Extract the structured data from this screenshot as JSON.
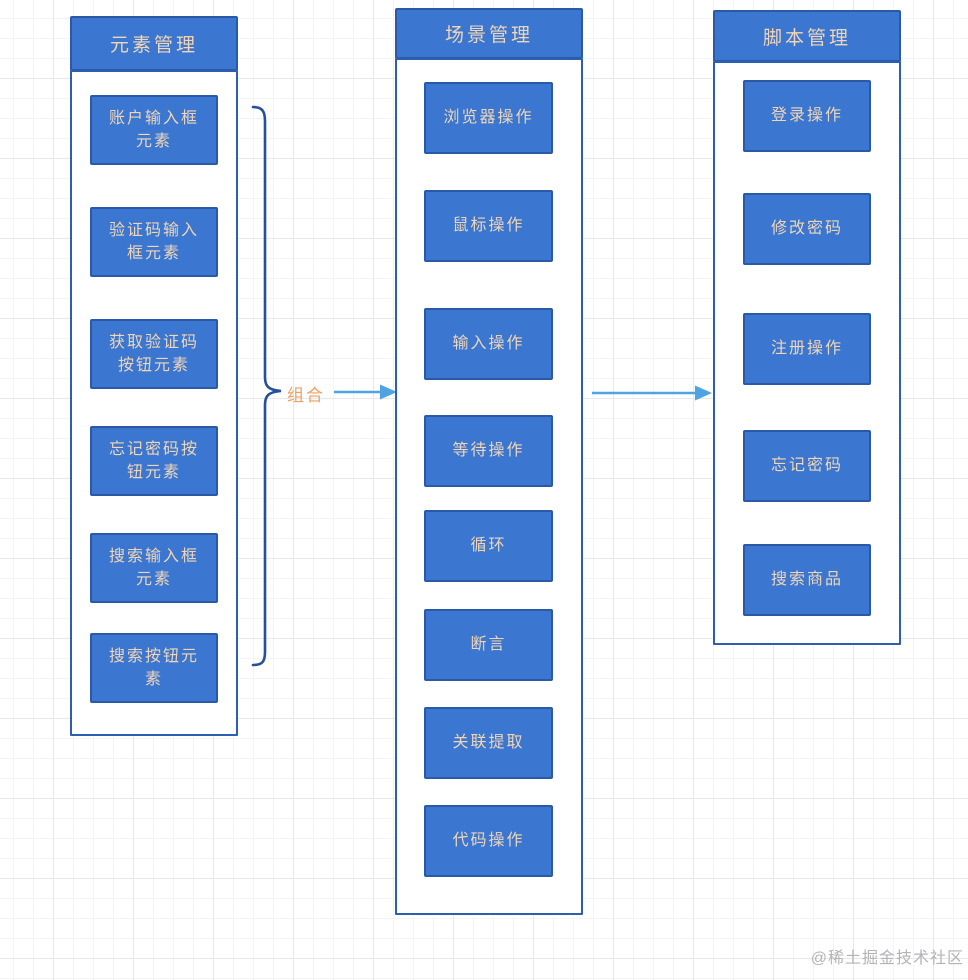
{
  "columns": [
    {
      "title": "元素管理",
      "items": [
        "账户输入框元素",
        "验证码输入框元素",
        "获取验证码按钮元素",
        "忘记密码按钮元素",
        "搜索输入框元素",
        "搜索按钮元素"
      ]
    },
    {
      "title": "场景管理",
      "items": [
        "浏览器操作",
        "鼠标操作",
        "输入操作",
        "等待操作",
        "循环",
        "断言",
        "关联提取",
        "代码操作"
      ]
    },
    {
      "title": "脚本管理",
      "items": [
        "登录操作",
        "修改密码",
        "注册操作",
        "忘记密码",
        "搜索商品"
      ]
    }
  ],
  "connector": {
    "brace_label": "组合"
  },
  "watermark": "@稀土掘金技术社区",
  "colors": {
    "node_fill": "#3b76d1",
    "node_border": "#2b59a8",
    "node_text": "#f0d6b6",
    "container_border": "#2c5fb0",
    "brace": "#27509c",
    "arrow": "#4fa3e3",
    "combine_label": "#f0a060",
    "watermark_gray": "#b3b3b8"
  }
}
